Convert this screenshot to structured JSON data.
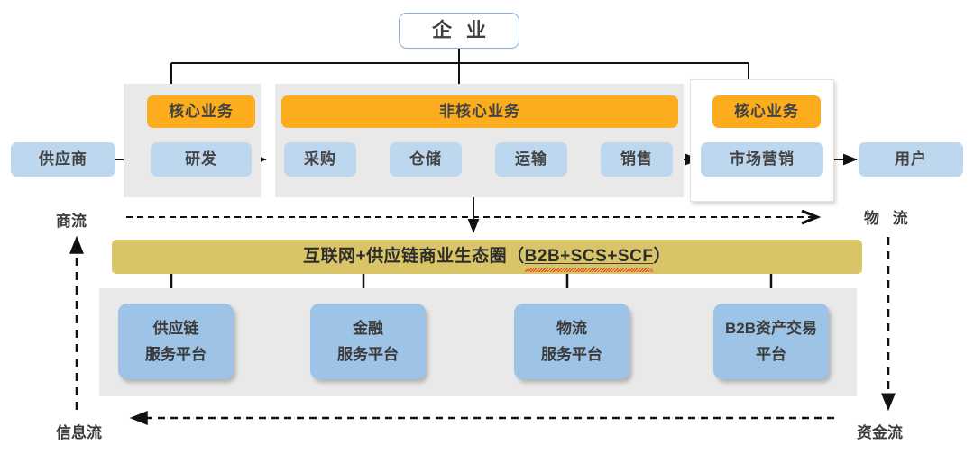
{
  "diagram": {
    "title_box": {
      "label": "企 业"
    },
    "endpoints": {
      "supplier": "供应商",
      "user": "用户"
    },
    "groups": [
      {
        "id": "core-left",
        "header": "核心业务",
        "nodes": [
          "研发"
        ]
      },
      {
        "id": "non-core",
        "header": "非核心业务",
        "nodes": [
          "采购",
          "仓储",
          "运输",
          "销售"
        ]
      },
      {
        "id": "core-right",
        "header": "核心业务",
        "nodes": [
          "市场营销"
        ]
      }
    ],
    "ecosystem_bar": {
      "text_prefix": "互联网+供应链商业生态圈（",
      "text_underlined": "B2B+SCS+SCF",
      "text_suffix": "）",
      "full_text": "互联网+供应链商业生态圈（B2B+SCS+SCF）"
    },
    "platforms": [
      {
        "line1": "供应链",
        "line2": "服务平台"
      },
      {
        "line1": "金融",
        "line2": "服务平台"
      },
      {
        "line1": "物流",
        "line2": "服务平台"
      },
      {
        "line1": "B2B资产交易",
        "line2": "平台"
      }
    ],
    "flows": {
      "commerce": "商流",
      "logistics": "物 流",
      "information": "信息流",
      "capital": "资金流"
    },
    "colors": {
      "orange": "#fcac1c",
      "light_blue": "#bdd7ee",
      "platform_blue": "#9dc3e6",
      "eco_gold": "#d9c567",
      "panel_gray": "#e9e9e9",
      "enterprise_border": "#8eaadb",
      "line": "#1a1a1a",
      "spellcheck_red": "#ef3b2c"
    }
  }
}
